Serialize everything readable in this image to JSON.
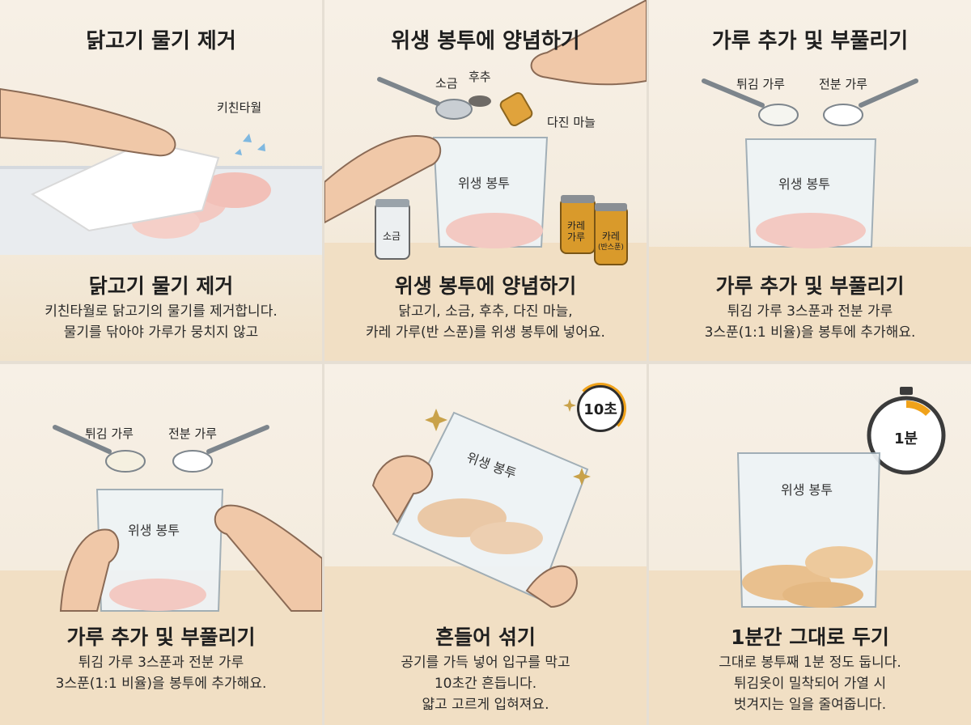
{
  "panels": [
    {
      "title": "닭고기 물기 제거",
      "label": "키친타월",
      "caption_title": "닭고기 물기 제거",
      "caption_lines": [
        "키친타월로 닭고기의 물기를 제거합니다.",
        "물기를 닦아야 가루가 뭉치지 않고"
      ]
    },
    {
      "title": "위생 봉투에 양념하기",
      "label_salt": "소금",
      "label_pepper": "후추",
      "label_garlic": "다진 마늘",
      "bag_label": "위생 봉투",
      "jar_salt": "소금",
      "jar_curry1_line1": "카레",
      "jar_curry1_line2": "가루",
      "jar_curry2_line1": "카레",
      "jar_curry2_line2": "(반스푼)",
      "caption_title": "위생 봉투에 양념하기",
      "caption_lines": [
        "닭고기, 소금, 후추, 다진 마늘,",
        "카레 가루(반 스푼)를 위생 봉투에 넣어요."
      ]
    },
    {
      "title": "가루 추가 및 부풀리기",
      "label_frying": "튀김 가루",
      "label_starch": "전분 가루",
      "bag_label": "위생 봉투",
      "caption_title": "가루 추가 및 부풀리기",
      "caption_lines": [
        "튀김 가루 3스푼과 전분 가루",
        "3스푼(1:1 비율)을 봉투에 추가해요."
      ]
    },
    {
      "label_frying": "튀김 가루",
      "label_starch": "전분 가루",
      "bag_label": "위생 봉투",
      "caption_title": "가루 추가 및 부풀리기",
      "caption_lines": [
        "튀김 가루 3스푼과 전분 가루",
        "3스푼(1:1 비율)을 봉투에 추가해요."
      ]
    },
    {
      "badge": "10초",
      "bag_label": "위생 봉투",
      "caption_title": "흔들어 섞기",
      "caption_lines": [
        "공기를 가득 넣어 입구를 막고",
        "10초간 흔듭니다.",
        "얇고 고르게 입혀져요."
      ]
    },
    {
      "badge": "1분",
      "bag_label": "위생 봉투",
      "caption_title": "1분간 그대로 두기",
      "caption_lines": [
        "그대로 봉투째 1분 정도 둡니다.",
        "튀김옷이 밀착되어 가열 시",
        "벗겨지는 일을 줄여줍니다."
      ]
    }
  ],
  "colors": {
    "background": "#f6efe4",
    "counter": "#f1dfc4",
    "chicken": "#f3c9c2",
    "cooked_chicken": "#e9c08e",
    "accent": "#f0a21a",
    "text": "#1f1f1f"
  }
}
